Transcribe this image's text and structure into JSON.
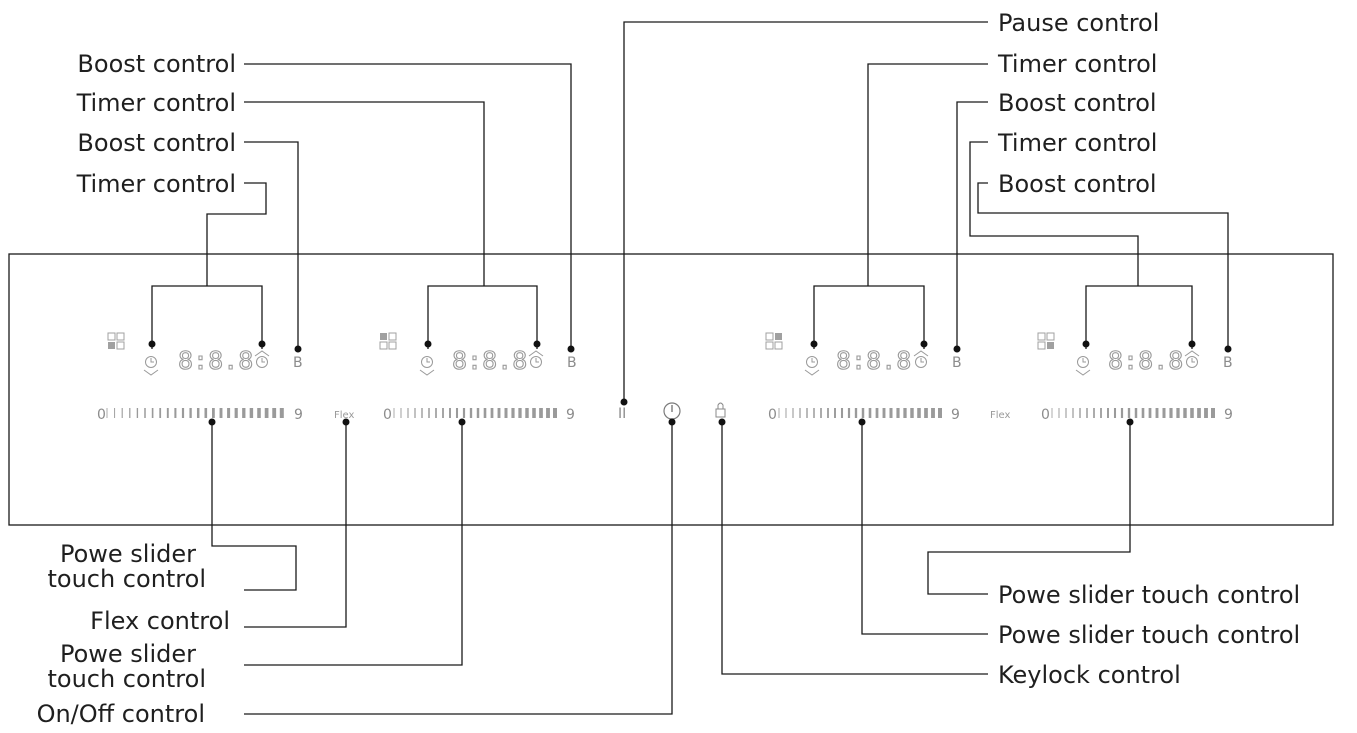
{
  "labels": {
    "boost_1": "Boost control",
    "timer_1": "Timer control",
    "boost_2": "Boost control",
    "timer_2": "Timer control",
    "pause": "Pause control",
    "timer_3": "Timer control",
    "boost_3": "Boost control",
    "timer_4": "Timer control",
    "boost_4": "Boost control",
    "slider_1_line1": "Powe slider",
    "slider_1_line2": "touch control",
    "flex": "Flex control",
    "slider_2_line1": "Powe slider",
    "slider_2_line2": "touch control",
    "onoff": "On/Off control",
    "slider_4": "Powe slider touch control",
    "slider_3": "Powe slider touch control",
    "keylock": "Keylock control"
  },
  "panel": {
    "display_text": "8:8.8",
    "boost_glyph": "B",
    "slider_min": "0",
    "slider_max": "9",
    "flex_label": "Flex",
    "pause_glyph": "II"
  }
}
